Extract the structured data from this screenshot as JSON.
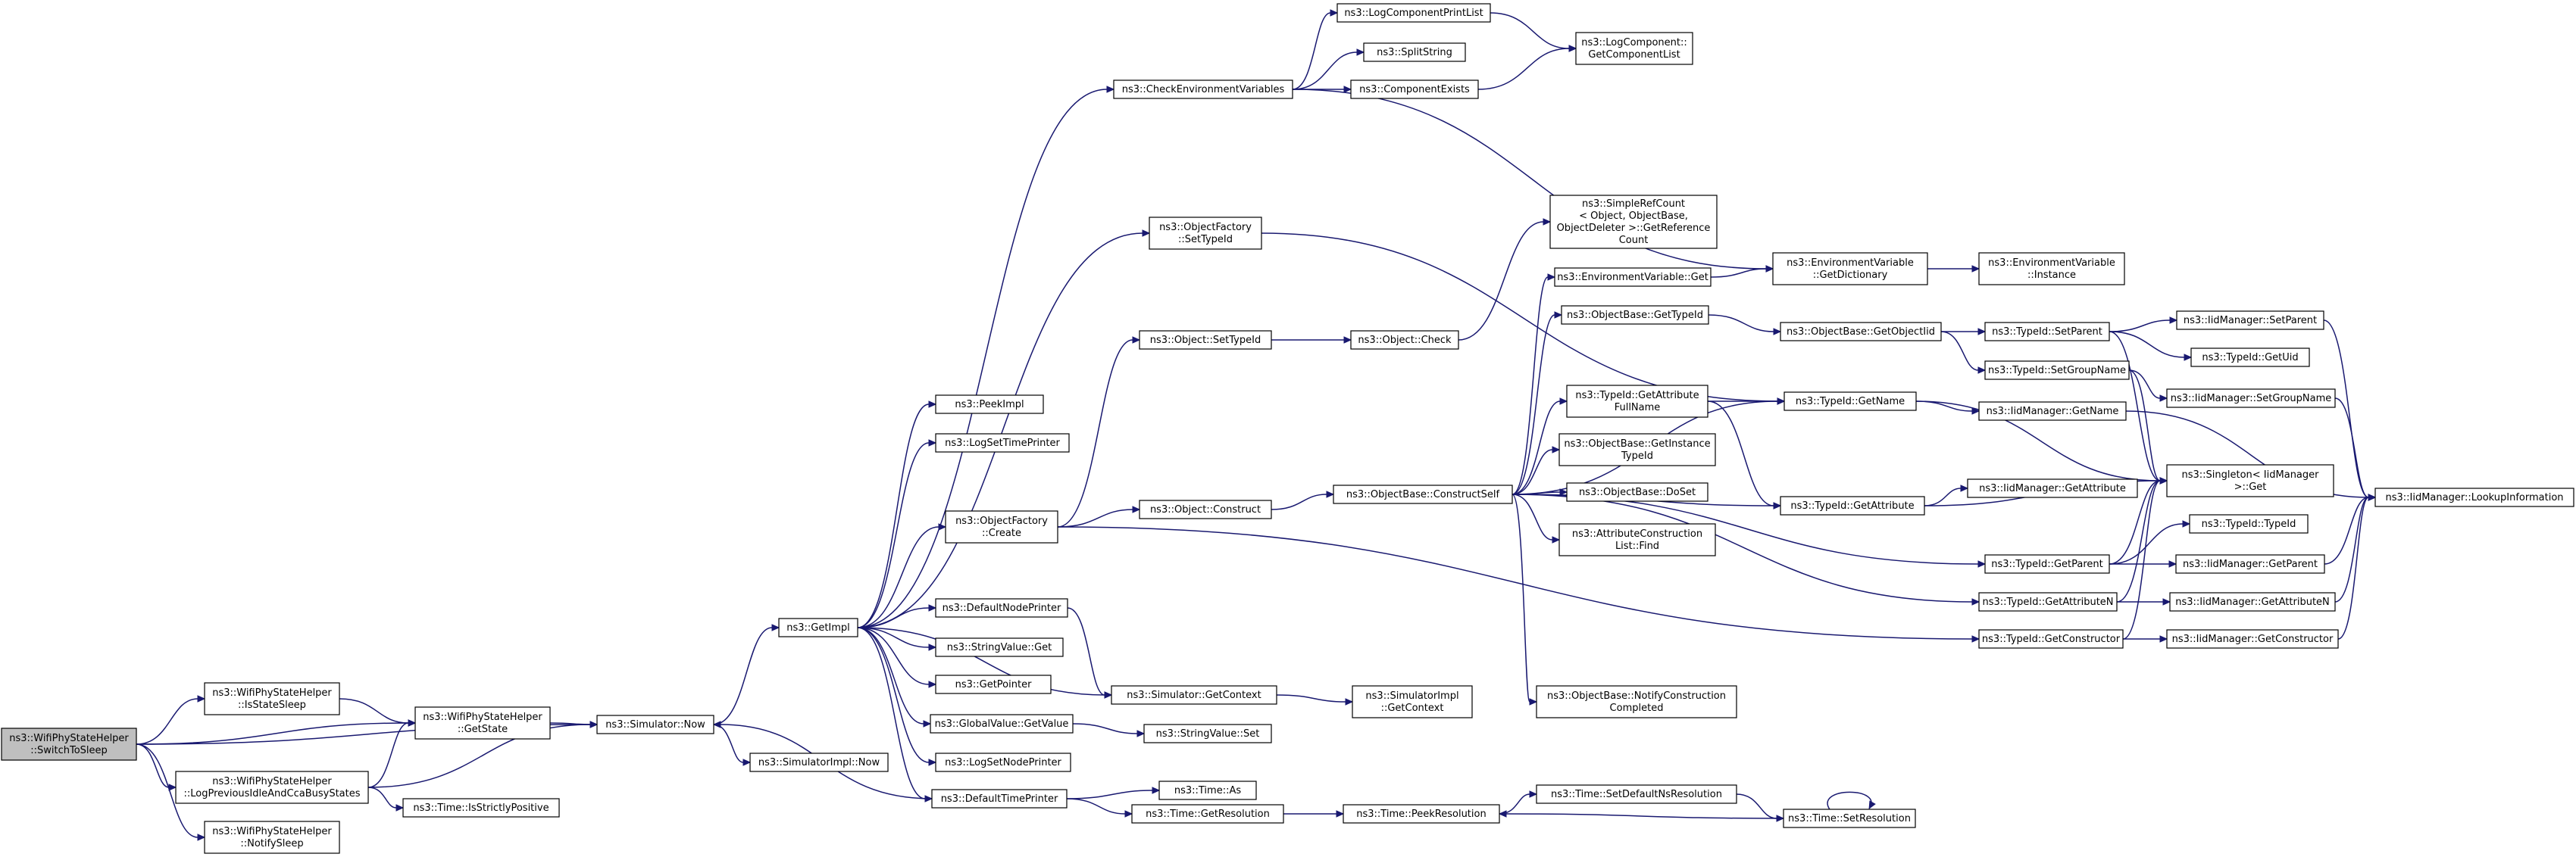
{
  "colors": {
    "edge": "#191970",
    "root_fill": "#bfbfbf",
    "node_fill": "#ffffff",
    "node_border": "#000000"
  },
  "nodes": [
    {
      "id": "switch_to_sleep",
      "lines": [
        "ns3::WifiPhyStateHelper",
        "::SwitchToSleep"
      ],
      "root": true
    },
    {
      "id": "is_state_sleep",
      "lines": [
        "ns3::WifiPhyStateHelper",
        "::IsStateSleep"
      ]
    },
    {
      "id": "get_state",
      "lines": [
        "ns3::WifiPhyStateHelper",
        "::GetState"
      ]
    },
    {
      "id": "log_prev_idle",
      "lines": [
        "ns3::WifiPhyStateHelper",
        "::LogPreviousIdleAndCcaBusyStates"
      ]
    },
    {
      "id": "notify_sleep",
      "lines": [
        "ns3::WifiPhyStateHelper",
        "::NotifySleep"
      ]
    },
    {
      "id": "simulator_now",
      "lines": [
        "ns3::Simulator::Now"
      ]
    },
    {
      "id": "time_is_strictly_positive",
      "lines": [
        "ns3::Time::IsStrictlyPositive"
      ]
    },
    {
      "id": "get_impl",
      "lines": [
        "ns3::GetImpl"
      ]
    },
    {
      "id": "simulator_impl_now",
      "lines": [
        "ns3::SimulatorImpl::Now"
      ]
    },
    {
      "id": "peek_impl",
      "lines": [
        "ns3::PeekImpl"
      ]
    },
    {
      "id": "log_set_time_printer",
      "lines": [
        "ns3::LogSetTimePrinter"
      ]
    },
    {
      "id": "object_factory_create",
      "lines": [
        "ns3::ObjectFactory",
        "::Create"
      ]
    },
    {
      "id": "default_node_printer",
      "lines": [
        "ns3::DefaultNodePrinter"
      ]
    },
    {
      "id": "string_value_get",
      "lines": [
        "ns3::StringValue::Get"
      ]
    },
    {
      "id": "get_pointer",
      "lines": [
        "ns3::GetPointer"
      ]
    },
    {
      "id": "global_value_get_value",
      "lines": [
        "ns3::GlobalValue::GetValue"
      ]
    },
    {
      "id": "log_set_node_printer",
      "lines": [
        "ns3::LogSetNodePrinter"
      ]
    },
    {
      "id": "default_time_printer",
      "lines": [
        "ns3::DefaultTimePrinter"
      ]
    },
    {
      "id": "check_env_vars",
      "lines": [
        "ns3::CheckEnvironmentVariables"
      ]
    },
    {
      "id": "log_component_print_list",
      "lines": [
        "ns3::LogComponentPrintList"
      ]
    },
    {
      "id": "split_string",
      "lines": [
        "ns3::SplitString"
      ]
    },
    {
      "id": "component_exists",
      "lines": [
        "ns3::ComponentExists"
      ]
    },
    {
      "id": "log_component_get_list",
      "lines": [
        "ns3::LogComponent::",
        "GetComponentList"
      ]
    },
    {
      "id": "object_factory_set_type_id",
      "lines": [
        "ns3::ObjectFactory",
        "::SetTypeId"
      ]
    },
    {
      "id": "object_set_type_id",
      "lines": [
        "ns3::Object::SetTypeId"
      ]
    },
    {
      "id": "object_check",
      "lines": [
        "ns3::Object::Check"
      ]
    },
    {
      "id": "object_construct",
      "lines": [
        "ns3::Object::Construct"
      ]
    },
    {
      "id": "object_base_construct_self",
      "lines": [
        "ns3::ObjectBase::ConstructSelf"
      ]
    },
    {
      "id": "simulator_get_context",
      "lines": [
        "ns3::Simulator::GetContext"
      ]
    },
    {
      "id": "simulator_impl_get_context",
      "lines": [
        "ns3::SimulatorImpl",
        "::GetContext"
      ]
    },
    {
      "id": "string_value_set",
      "lines": [
        "ns3::StringValue::Set"
      ]
    },
    {
      "id": "time_as",
      "lines": [
        "ns3::Time::As"
      ]
    },
    {
      "id": "time_get_resolution",
      "lines": [
        "ns3::Time::GetResolution"
      ]
    },
    {
      "id": "time_peek_resolution",
      "lines": [
        "ns3::Time::PeekResolution"
      ]
    },
    {
      "id": "time_set_default_ns_resolution",
      "lines": [
        "ns3::Time::SetDefaultNsResolution"
      ]
    },
    {
      "id": "time_set_resolution",
      "lines": [
        "ns3::Time::SetResolution"
      ]
    },
    {
      "id": "simple_ref_count_get_ref",
      "lines": [
        "ns3::SimpleRefCount",
        "< Object, ObjectBase,",
        " ObjectDeleter >::GetReference",
        "Count"
      ]
    },
    {
      "id": "env_variable_get",
      "lines": [
        "ns3::EnvironmentVariable::Get"
      ]
    },
    {
      "id": "object_base_get_type_id",
      "lines": [
        "ns3::ObjectBase::GetTypeId"
      ]
    },
    {
      "id": "type_id_get_attr_full_name",
      "lines": [
        "ns3::TypeId::GetAttribute",
        "FullName"
      ]
    },
    {
      "id": "object_base_get_instance_type_id",
      "lines": [
        "ns3::ObjectBase::GetInstance",
        "TypeId"
      ]
    },
    {
      "id": "object_base_do_set",
      "lines": [
        "ns3::ObjectBase::DoSet"
      ]
    },
    {
      "id": "attr_construction_list_find",
      "lines": [
        "ns3::AttributeConstruction",
        "List::Find"
      ]
    },
    {
      "id": "object_base_notify_construction_completed",
      "lines": [
        "ns3::ObjectBase::NotifyConstruction",
        "Completed"
      ]
    },
    {
      "id": "env_variable_get_dictionary",
      "lines": [
        "ns3::EnvironmentVariable",
        "::GetDictionary"
      ]
    },
    {
      "id": "env_variable_instance",
      "lines": [
        "ns3::EnvironmentVariable",
        "::Instance"
      ]
    },
    {
      "id": "object_base_get_object_iid",
      "lines": [
        "ns3::ObjectBase::GetObjectIid"
      ]
    },
    {
      "id": "type_id_get_name",
      "lines": [
        "ns3::TypeId::GetName"
      ]
    },
    {
      "id": "type_id_get_attribute",
      "lines": [
        "ns3::TypeId::GetAttribute"
      ]
    },
    {
      "id": "type_id_set_parent",
      "lines": [
        "ns3::TypeId::SetParent"
      ]
    },
    {
      "id": "type_id_set_group_name",
      "lines": [
        "ns3::TypeId::SetGroupName"
      ]
    },
    {
      "id": "iid_manager_get_name",
      "lines": [
        "ns3::IidManager::GetName"
      ]
    },
    {
      "id": "iid_manager_get_attribute",
      "lines": [
        "ns3::IidManager::GetAttribute"
      ]
    },
    {
      "id": "type_id_get_parent",
      "lines": [
        "ns3::TypeId::GetParent"
      ]
    },
    {
      "id": "type_id_get_attribute_n",
      "lines": [
        "ns3::TypeId::GetAttributeN"
      ]
    },
    {
      "id": "type_id_get_constructor",
      "lines": [
        "ns3::TypeId::GetConstructor"
      ]
    },
    {
      "id": "iid_manager_set_parent",
      "lines": [
        "ns3::IidManager::SetParent"
      ]
    },
    {
      "id": "type_id_get_uid",
      "lines": [
        "ns3::TypeId::GetUid"
      ]
    },
    {
      "id": "iid_manager_set_group_name",
      "lines": [
        "ns3::IidManager::SetGroupName"
      ]
    },
    {
      "id": "singleton_iid_manager_get",
      "lines": [
        "ns3::Singleton< IidManager",
        " >::Get"
      ]
    },
    {
      "id": "type_id_type_id",
      "lines": [
        "ns3::TypeId::TypeId"
      ]
    },
    {
      "id": "iid_manager_get_parent",
      "lines": [
        "ns3::IidManager::GetParent"
      ]
    },
    {
      "id": "iid_manager_get_attribute_n",
      "lines": [
        "ns3::IidManager::GetAttributeN"
      ]
    },
    {
      "id": "iid_manager_get_constructor",
      "lines": [
        "ns3::IidManager::GetConstructor"
      ]
    },
    {
      "id": "iid_manager_lookup_information",
      "lines": [
        "ns3::IidManager::LookupInformation"
      ]
    }
  ],
  "edges": [
    [
      "switch_to_sleep",
      "is_state_sleep"
    ],
    [
      "switch_to_sleep",
      "get_state"
    ],
    [
      "switch_to_sleep",
      "log_prev_idle"
    ],
    [
      "switch_to_sleep",
      "notify_sleep"
    ],
    [
      "switch_to_sleep",
      "simulator_now"
    ],
    [
      "is_state_sleep",
      "get_state"
    ],
    [
      "get_state",
      "simulator_now"
    ],
    [
      "log_prev_idle",
      "get_state"
    ],
    [
      "log_prev_idle",
      "simulator_now"
    ],
    [
      "log_prev_idle",
      "time_is_strictly_positive"
    ],
    [
      "simulator_now",
      "get_impl"
    ],
    [
      "simulator_now",
      "simulator_impl_now"
    ],
    [
      "get_impl",
      "peek_impl"
    ],
    [
      "get_impl",
      "log_set_time_printer"
    ],
    [
      "get_impl",
      "check_env_vars"
    ],
    [
      "get_impl",
      "object_factory_set_type_id"
    ],
    [
      "get_impl",
      "object_factory_create"
    ],
    [
      "get_impl",
      "default_node_printer"
    ],
    [
      "get_impl",
      "string_value_get"
    ],
    [
      "get_impl",
      "get_pointer"
    ],
    [
      "get_impl",
      "global_value_get_value"
    ],
    [
      "get_impl",
      "log_set_node_printer"
    ],
    [
      "get_impl",
      "default_time_printer"
    ],
    [
      "get_impl",
      "simulator_get_context"
    ],
    [
      "default_time_printer",
      "simulator_now"
    ],
    [
      "default_node_printer",
      "simulator_get_context"
    ],
    [
      "default_time_printer",
      "time_as"
    ],
    [
      "default_time_printer",
      "time_get_resolution"
    ],
    [
      "global_value_get_value",
      "string_value_set"
    ],
    [
      "simulator_get_context",
      "simulator_impl_get_context"
    ],
    [
      "check_env_vars",
      "log_component_print_list"
    ],
    [
      "check_env_vars",
      "split_string"
    ],
    [
      "check_env_vars",
      "component_exists"
    ],
    [
      "check_env_vars",
      "env_variable_get_dictionary"
    ],
    [
      "log_component_print_list",
      "log_component_get_list"
    ],
    [
      "component_exists",
      "log_component_get_list"
    ],
    [
      "object_factory_set_type_id",
      "type_id_get_name"
    ],
    [
      "object_factory_create",
      "object_set_type_id"
    ],
    [
      "object_factory_create",
      "object_construct"
    ],
    [
      "object_factory_create",
      "type_id_get_constructor"
    ],
    [
      "object_set_type_id",
      "object_check"
    ],
    [
      "object_check",
      "simple_ref_count_get_ref"
    ],
    [
      "object_construct",
      "object_base_construct_self"
    ],
    [
      "object_base_construct_self",
      "env_variable_get"
    ],
    [
      "object_base_construct_self",
      "object_base_get_type_id"
    ],
    [
      "object_base_construct_self",
      "type_id_get_name"
    ],
    [
      "object_base_construct_self",
      "type_id_get_attr_full_name"
    ],
    [
      "object_base_construct_self",
      "object_base_get_instance_type_id"
    ],
    [
      "object_base_construct_self",
      "object_base_do_set"
    ],
    [
      "object_base_construct_self",
      "attr_construction_list_find"
    ],
    [
      "object_base_construct_self",
      "type_id_get_attribute"
    ],
    [
      "object_base_construct_self",
      "type_id_get_parent"
    ],
    [
      "object_base_construct_self",
      "type_id_get_attribute_n"
    ],
    [
      "object_base_construct_self",
      "object_base_notify_construction_completed"
    ],
    [
      "env_variable_get",
      "env_variable_get_dictionary"
    ],
    [
      "env_variable_get_dictionary",
      "env_variable_instance"
    ],
    [
      "object_base_get_type_id",
      "object_base_get_object_iid"
    ],
    [
      "object_base_get_object_iid",
      "type_id_set_parent"
    ],
    [
      "object_base_get_object_iid",
      "type_id_set_group_name"
    ],
    [
      "type_id_get_attr_full_name",
      "type_id_get_name"
    ],
    [
      "type_id_get_attr_full_name",
      "type_id_get_attribute"
    ],
    [
      "type_id_get_name",
      "iid_manager_get_name"
    ],
    [
      "type_id_get_name",
      "singleton_iid_manager_get"
    ],
    [
      "type_id_get_attribute",
      "iid_manager_get_attribute"
    ],
    [
      "type_id_get_attribute",
      "singleton_iid_manager_get"
    ],
    [
      "type_id_set_parent",
      "iid_manager_set_parent"
    ],
    [
      "type_id_set_parent",
      "type_id_get_uid"
    ],
    [
      "type_id_set_parent",
      "singleton_iid_manager_get"
    ],
    [
      "type_id_set_group_name",
      "iid_manager_set_group_name"
    ],
    [
      "type_id_set_group_name",
      "singleton_iid_manager_get"
    ],
    [
      "type_id_get_parent",
      "type_id_type_id"
    ],
    [
      "type_id_get_parent",
      "iid_manager_get_parent"
    ],
    [
      "type_id_get_parent",
      "singleton_iid_manager_get"
    ],
    [
      "type_id_get_attribute_n",
      "iid_manager_get_attribute_n"
    ],
    [
      "type_id_get_attribute_n",
      "singleton_iid_manager_get"
    ],
    [
      "type_id_get_constructor",
      "iid_manager_get_constructor"
    ],
    [
      "type_id_get_constructor",
      "singleton_iid_manager_get"
    ],
    [
      "iid_manager_set_parent",
      "iid_manager_lookup_information"
    ],
    [
      "iid_manager_set_group_name",
      "iid_manager_lookup_information"
    ],
    [
      "iid_manager_get_name",
      "iid_manager_lookup_information"
    ],
    [
      "iid_manager_get_parent",
      "iid_manager_lookup_information"
    ],
    [
      "iid_manager_get_attribute_n",
      "iid_manager_lookup_information"
    ],
    [
      "iid_manager_get_constructor",
      "iid_manager_lookup_information"
    ],
    [
      "time_get_resolution",
      "time_peek_resolution"
    ],
    [
      "time_peek_resolution",
      "time_set_default_ns_resolution"
    ],
    [
      "time_set_default_ns_resolution",
      "time_set_resolution"
    ],
    [
      "time_set_resolution",
      "time_peek_resolution"
    ],
    [
      "time_set_resolution",
      "time_set_resolution"
    ]
  ]
}
